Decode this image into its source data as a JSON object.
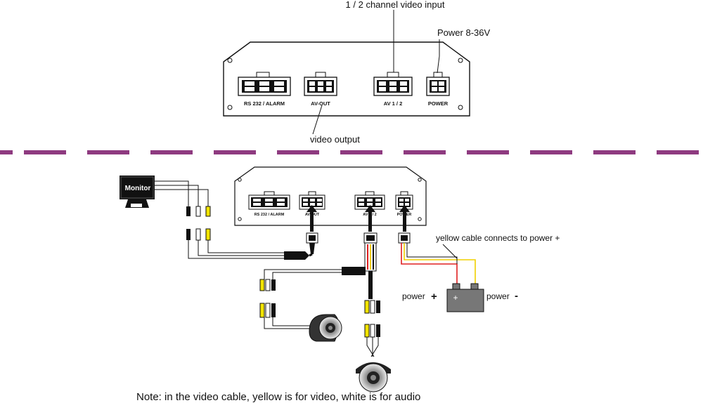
{
  "top_panel": {
    "labels": {
      "channel_input": "1 / 2 channel video input",
      "power_range": "Power 8-36V",
      "video_output": "video output"
    },
    "ports": {
      "rs232": "RS 232 / ALARM",
      "avout": "AV-OUT",
      "av12": "AV 1 / 2",
      "power": "POWER"
    }
  },
  "bottom_panel": {
    "ports": {
      "rs232": "RS 232 / ALARM",
      "avout": "AV-OUT",
      "av12": "AV 1 / 2",
      "power": "POWER"
    },
    "monitor_label": "Monitor",
    "yellow_cable_note": "yellow cable connects to power +",
    "power_plus_label": "power",
    "power_plus_sign": "+",
    "power_minus_label": "power",
    "power_minus_sign": "-",
    "battery_plus": "+"
  },
  "note": "Note: in the video cable, yellow is for video, white is for audio",
  "colors": {
    "divider": "#8e3a80",
    "rca_yellow": "#f2e400",
    "wire_red": "#e02020",
    "wire_yellow": "#f0d000",
    "battery": "#777777"
  }
}
